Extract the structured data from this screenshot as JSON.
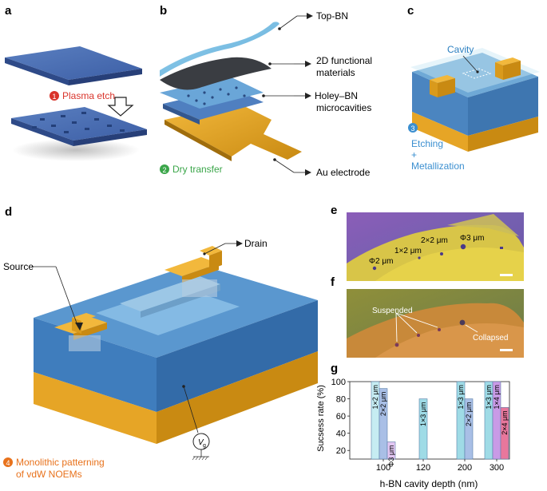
{
  "panel_letters": {
    "a": "a",
    "b": "b",
    "c": "c",
    "d": "d",
    "e": "e",
    "f": "f",
    "g": "g"
  },
  "panel_a": {
    "step_num": "1",
    "step_text": "Plasma etch"
  },
  "panel_b": {
    "callouts": {
      "top_bn": "Top-BN",
      "func_1": "2D functional",
      "func_2": "materials",
      "holey_1": "Holey–BN",
      "holey_2": "microcavities",
      "au": "Au electrode"
    },
    "step_num": "2",
    "step_text": "Dry transfer"
  },
  "panel_c": {
    "cavity": "Cavity",
    "step_num": "3",
    "step_1": "Etching",
    "step_2": "+",
    "step_3": "Metallization"
  },
  "panel_d": {
    "source": "Source",
    "drain": "Drain",
    "gate_v": "V",
    "gate_sub": "g",
    "step_num": "4",
    "step_1": "Monolithic patterning",
    "step_2": "of vdW NOEMs"
  },
  "panel_e": {
    "l_phi2": "Φ2 μm",
    "l_1x2": "1×2 μm",
    "l_2x2": "2×2 μm",
    "l_phi3": "Φ3 μm"
  },
  "panel_f": {
    "suspended": "Suspended",
    "collapsed": "Collapsed"
  },
  "chart_data": {
    "type": "bar",
    "ylabel": "Sucsess rate (%)",
    "xlabel": "h-BN cavity depth (nm)",
    "ylim": [
      10,
      100
    ],
    "yticks": [
      "20",
      "40",
      "60",
      "80",
      "100"
    ],
    "xticks": [
      "100",
      "120",
      "200",
      "300"
    ],
    "groups": [
      {
        "depth": "100",
        "bars": [
          {
            "label": "1×2 μm",
            "value": 100,
            "color": "#c6ecf2"
          },
          {
            "label": "2×2 μm",
            "value": 92,
            "color": "#a9bfe6"
          },
          {
            "label": "Φ3 μm",
            "value": 30,
            "color": "#e2c6f2"
          }
        ]
      },
      {
        "depth": "120",
        "bars": [
          {
            "label": "1×3 μm",
            "value": 80,
            "color": "#9fdbe6"
          }
        ]
      },
      {
        "depth": "200",
        "bars": [
          {
            "label": "1×3 μm",
            "value": 100,
            "color": "#9fdbe6"
          },
          {
            "label": "2×2 μm",
            "value": 80,
            "color": "#a9bfe6"
          }
        ]
      },
      {
        "depth": "300",
        "bars": [
          {
            "label": "1×3 μm",
            "value": 100,
            "color": "#9fdbe6"
          },
          {
            "label": "1×4 μm",
            "value": 100,
            "color": "#c99ae6"
          },
          {
            "label": "2×4 μm",
            "value": 70,
            "color": "#e8779c"
          }
        ]
      }
    ]
  }
}
